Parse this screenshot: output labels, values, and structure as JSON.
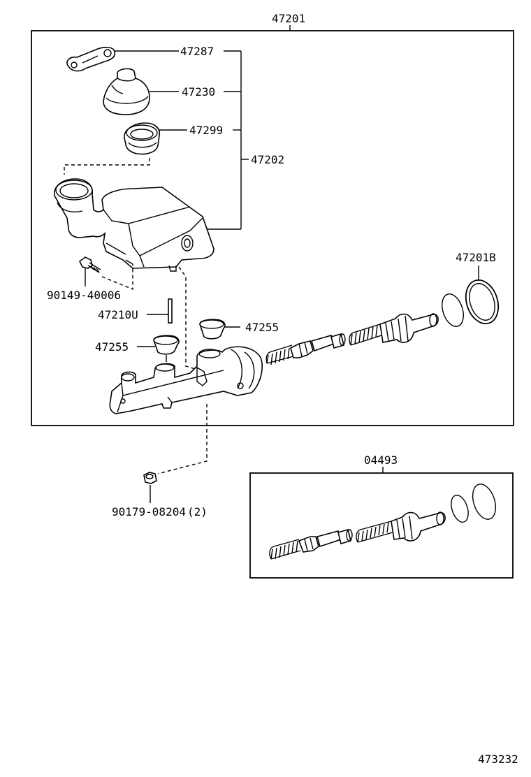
{
  "labels": {
    "assembly": "47201",
    "gasket": "47287",
    "cap": "47230",
    "strainer": "47299",
    "reservoir": "47202",
    "screw": "90149-40006",
    "pin": "47210U",
    "grommet_right": "47255",
    "grommet_left": "47255",
    "reservoir_ring": "47201B",
    "kit": "04493",
    "nut": "90179-08204",
    "nut_qty": "(2)",
    "figure_number": "473232"
  }
}
